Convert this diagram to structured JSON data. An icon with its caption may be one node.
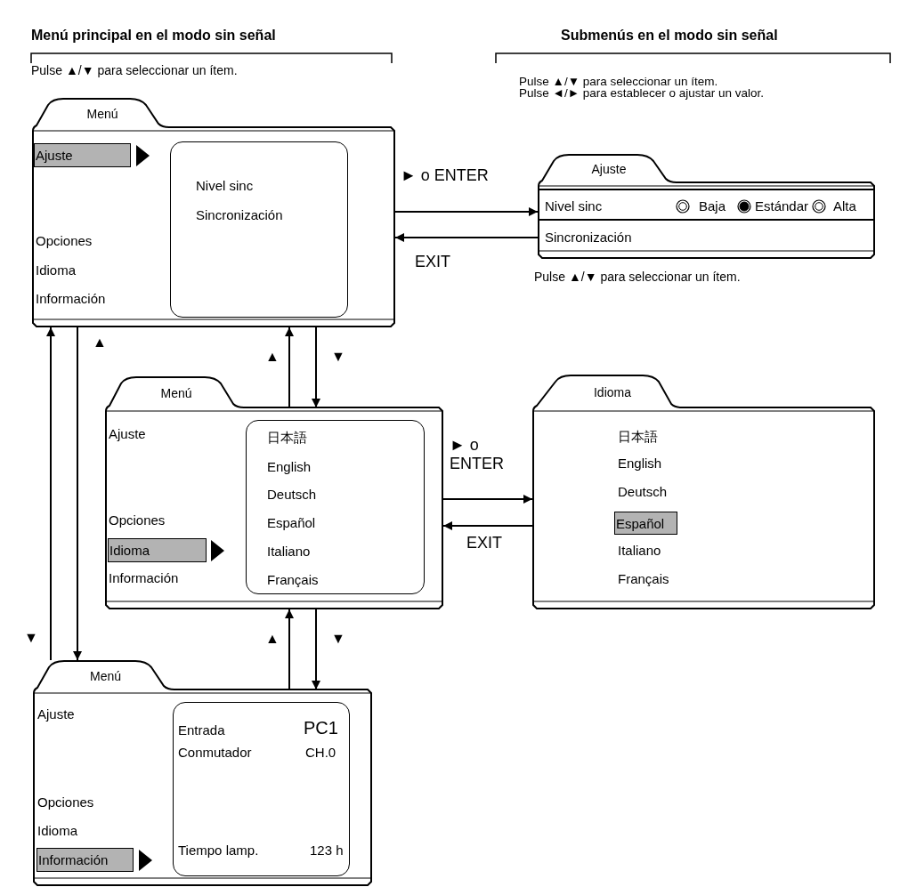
{
  "diagram": {
    "nodes": [
      {
        "text": [
          "Menú",
          "Opciones",
          "Idioma",
          "Información"
        ]
      },
      {
        "text": [
          "Ajuste"
        ],
        "in": 0
      },
      {
        "text": [
          "Nivel sinc",
          "Sincronización"
        ],
        "in": 0
      },
      {
        "text": [
          "Ajuste"
        ]
      },
      {
        "text": [
          "Nivel sinc",
          "Baja",
          "Estándar",
          "Alta"
        ],
        "in": 3
      },
      {
        "text": [
          "Sincronización"
        ],
        "in": 3
      },
      {
        "text": [
          "Menú",
          "Ajuste",
          "Opciones",
          "Información"
        ]
      },
      {
        "text": [
          "Idioma"
        ],
        "in": 6
      },
      {
        "text": [
          "日本語",
          "English",
          "Deutsch",
          "Español",
          "Italiano",
          "Français"
        ],
        "in": 6
      },
      {
        "text": [
          "Idioma",
          "日本語",
          "English",
          "Deutsch",
          "Italiano",
          "Français"
        ]
      },
      {
        "text": [
          "Español"
        ],
        "in": 9
      },
      {
        "text": [
          "Menú",
          "Ajuste",
          "Opciones",
          "Idioma"
        ]
      },
      {
        "text": [
          "Información"
        ],
        "in": 11
      },
      {
        "text": [
          "Entrada",
          "PC1",
          "Conmutador",
          "CH.0",
          "Tiempo lamp.",
          "123 h"
        ],
        "in": 11
      }
    ],
    "edges": [
      {
        "from": 0,
        "to": 3,
        "arrow": "to",
        "label": "► o ENTER"
      },
      {
        "from": 3,
        "to": 0,
        "arrow": "to",
        "label": "EXIT"
      },
      {
        "from": 6,
        "to": 9,
        "arrow": "to",
        "label": "► o ENTER"
      },
      {
        "from": 9,
        "to": 6,
        "arrow": "to",
        "label": "EXIT"
      },
      {
        "from": 6,
        "to": 0,
        "arrow": "to",
        "label": "▲"
      },
      {
        "from": 0,
        "to": 6,
        "arrow": "to",
        "label": "▼"
      },
      {
        "from": 11,
        "to": 6,
        "arrow": "to",
        "label": "▲"
      },
      {
        "from": 6,
        "to": 11,
        "arrow": "to",
        "label": "▼"
      },
      {
        "from": 11,
        "to": 0,
        "arrow": "to",
        "label": "▼"
      },
      {
        "from": 0,
        "to": 11,
        "arrow": "to",
        "label": "▲"
      }
    ],
    "labels": [
      "Menú principal en el modo sin señal",
      "Submenús en el modo sin señal",
      "Pulse ▲/▼ para seleccionar un ítem.",
      "Pulse ▲/▼ para seleccionar un ítem.",
      "Pulse ◄/► para establecer o ajustar un valor.",
      "Pulse ▲/▼ para seleccionar un ítem."
    ]
  }
}
